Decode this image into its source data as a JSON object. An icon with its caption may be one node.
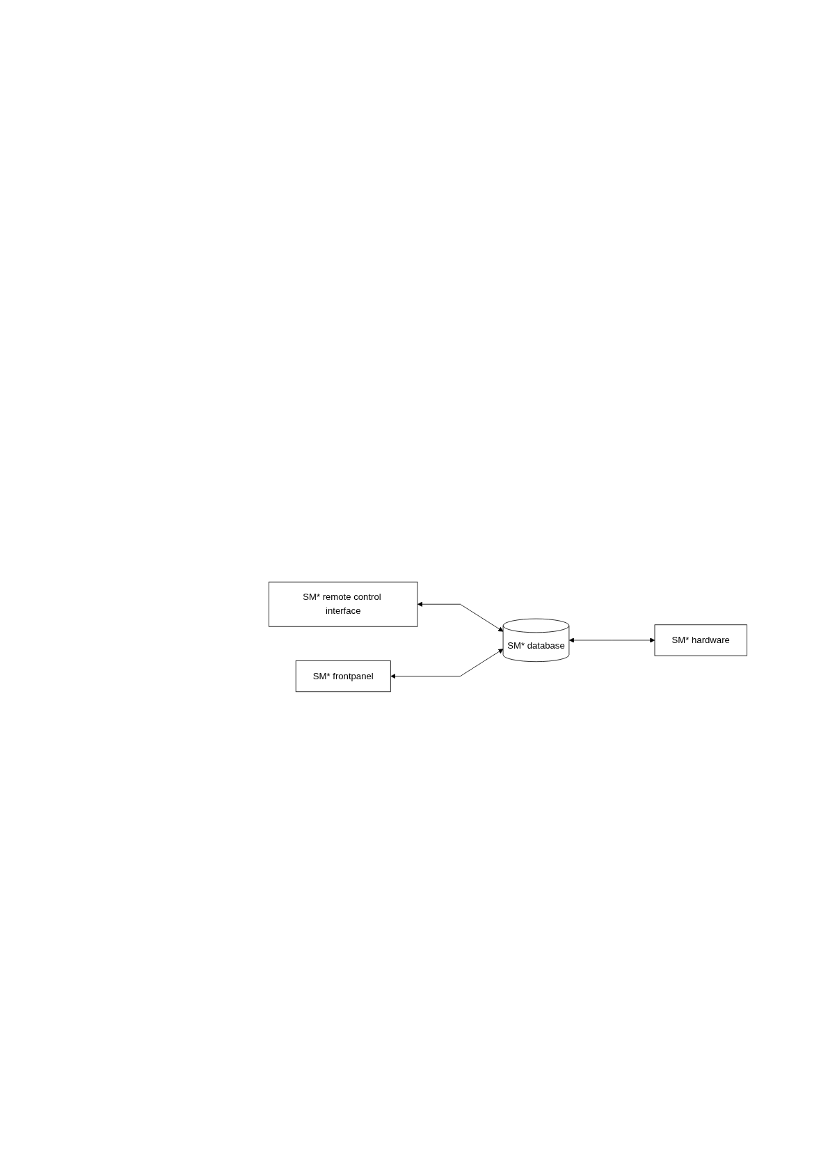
{
  "diagram": {
    "nodes": [
      {
        "text": [
          "SM* remote control interface"
        ]
      },
      {
        "text": [
          "SM* frontpanel"
        ]
      },
      {
        "text": [
          "SM* database"
        ]
      },
      {
        "text": [
          "SM* hardware"
        ]
      }
    ],
    "edges": [
      {
        "from": 0,
        "to": 2,
        "arrow": "both"
      },
      {
        "from": 1,
        "to": 2,
        "arrow": "both"
      },
      {
        "from": 2,
        "to": 3,
        "arrow": "both"
      }
    ]
  }
}
